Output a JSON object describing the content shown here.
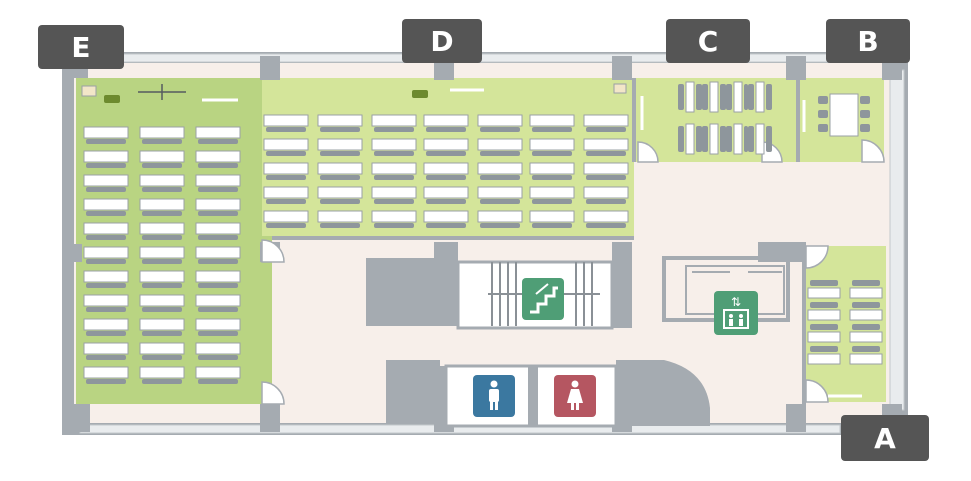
{
  "map": {
    "rooms": [
      {
        "label": "A"
      },
      {
        "label": "B"
      },
      {
        "label": "C"
      },
      {
        "label": "D"
      },
      {
        "label": "E"
      }
    ],
    "icons": {
      "stairs": "stairs-icon",
      "elevator": "elevator-icon",
      "mens_restroom": "mens-restroom-icon",
      "womens_restroom": "womens-restroom-icon"
    },
    "colors": {
      "room_floor": "#d4e59a",
      "room_floor_dark": "#b9d482",
      "corridor": "#f7efea",
      "wall": "#a5abb1",
      "label_bg": "#555555",
      "stairs_elevator_sign": "#4f9e76",
      "mens_sign": "#3b78a0",
      "womens_sign": "#b55661",
      "table": "#ffffff",
      "chair": "#8e969c"
    }
  }
}
